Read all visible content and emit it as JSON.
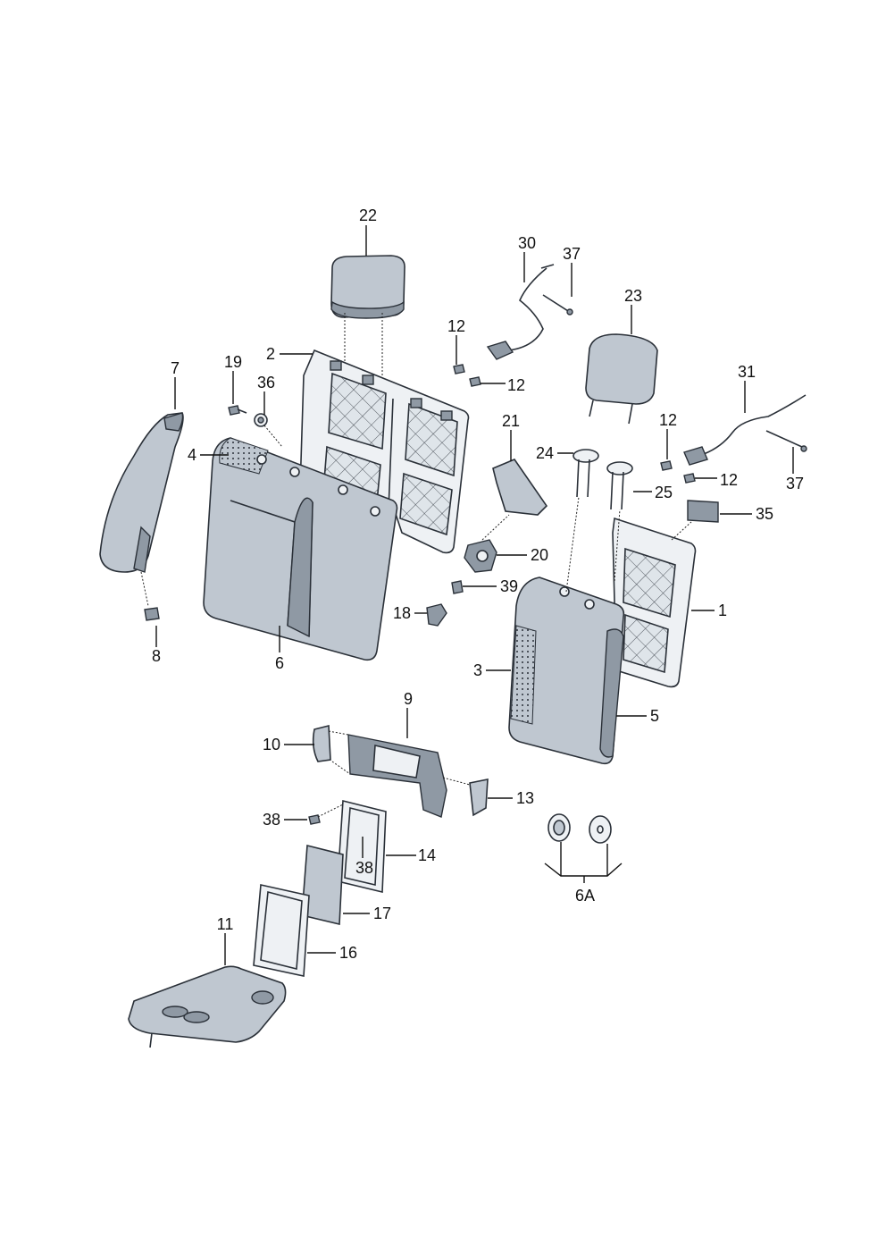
{
  "diagram": {
    "callouts": [
      {
        "id": "c22",
        "text": "22"
      },
      {
        "id": "c30",
        "text": "30"
      },
      {
        "id": "c37a",
        "text": "37"
      },
      {
        "id": "c23",
        "text": "23"
      },
      {
        "id": "c12a",
        "text": "12"
      },
      {
        "id": "c12b",
        "text": "12"
      },
      {
        "id": "c2",
        "text": "2"
      },
      {
        "id": "c7",
        "text": "7"
      },
      {
        "id": "c19",
        "text": "19"
      },
      {
        "id": "c36",
        "text": "36"
      },
      {
        "id": "c31",
        "text": "31"
      },
      {
        "id": "c12c",
        "text": "12"
      },
      {
        "id": "c12d",
        "text": "12"
      },
      {
        "id": "c37b",
        "text": "37"
      },
      {
        "id": "c21",
        "text": "21"
      },
      {
        "id": "c24",
        "text": "24"
      },
      {
        "id": "c25",
        "text": "25"
      },
      {
        "id": "c4",
        "text": "4"
      },
      {
        "id": "c35",
        "text": "35"
      },
      {
        "id": "c20",
        "text": "20"
      },
      {
        "id": "c39",
        "text": "39"
      },
      {
        "id": "c1",
        "text": "1"
      },
      {
        "id": "c18",
        "text": "18"
      },
      {
        "id": "c8",
        "text": "8"
      },
      {
        "id": "c6",
        "text": "6"
      },
      {
        "id": "c3",
        "text": "3"
      },
      {
        "id": "c5",
        "text": "5"
      },
      {
        "id": "c9",
        "text": "9"
      },
      {
        "id": "c10",
        "text": "10"
      },
      {
        "id": "c13",
        "text": "13"
      },
      {
        "id": "c38a",
        "text": "38"
      },
      {
        "id": "c14",
        "text": "14"
      },
      {
        "id": "c38b",
        "text": "38"
      },
      {
        "id": "c6A",
        "text": "6A"
      },
      {
        "id": "c17",
        "text": "17"
      },
      {
        "id": "c11",
        "text": "11"
      },
      {
        "id": "c16",
        "text": "16"
      }
    ]
  }
}
